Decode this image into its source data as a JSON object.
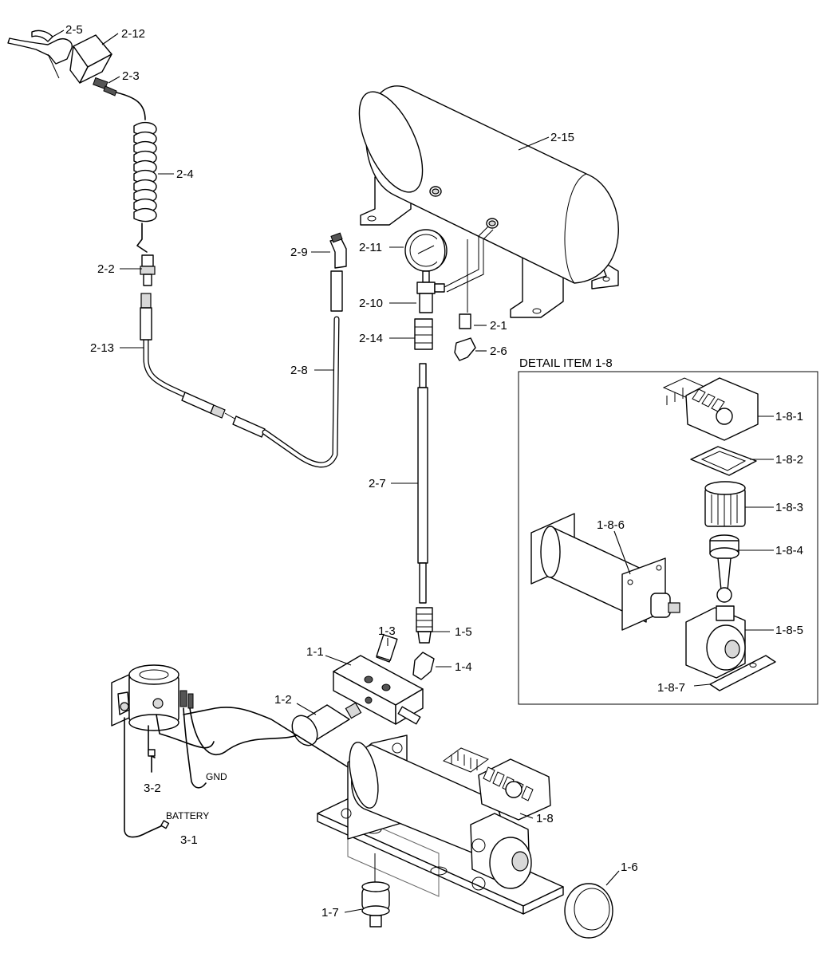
{
  "detail": {
    "title": "DETAIL ITEM 1-8"
  },
  "callouts": {
    "c2_5": "2-5",
    "c2_12": "2-12",
    "c2_3": "2-3",
    "c2_4": "2-4",
    "c2_2": "2-2",
    "c2_13": "2-13",
    "c2_15": "2-15",
    "c2_9": "2-9",
    "c2_11": "2-11",
    "c2_10": "2-10",
    "c2_1": "2-1",
    "c2_14": "2-14",
    "c2_6": "2-6",
    "c2_8": "2-8",
    "c2_7": "2-7",
    "c1_3": "1-3",
    "c1_1": "1-1",
    "c1_5": "1-5",
    "c1_4": "1-4",
    "c1_2": "1-2",
    "c1_8": "1-8",
    "c1_6": "1-6",
    "c1_7": "1-7",
    "c3_2": "3-2",
    "c3_1": "3-1",
    "c1_8_1": "1-8-1",
    "c1_8_2": "1-8-2",
    "c1_8_3": "1-8-3",
    "c1_8_4": "1-8-4",
    "c1_8_5": "1-8-5",
    "c1_8_6": "1-8-6",
    "c1_8_7": "1-8-7"
  },
  "wiring": {
    "gnd": "GND",
    "battery": "BATTERY"
  }
}
